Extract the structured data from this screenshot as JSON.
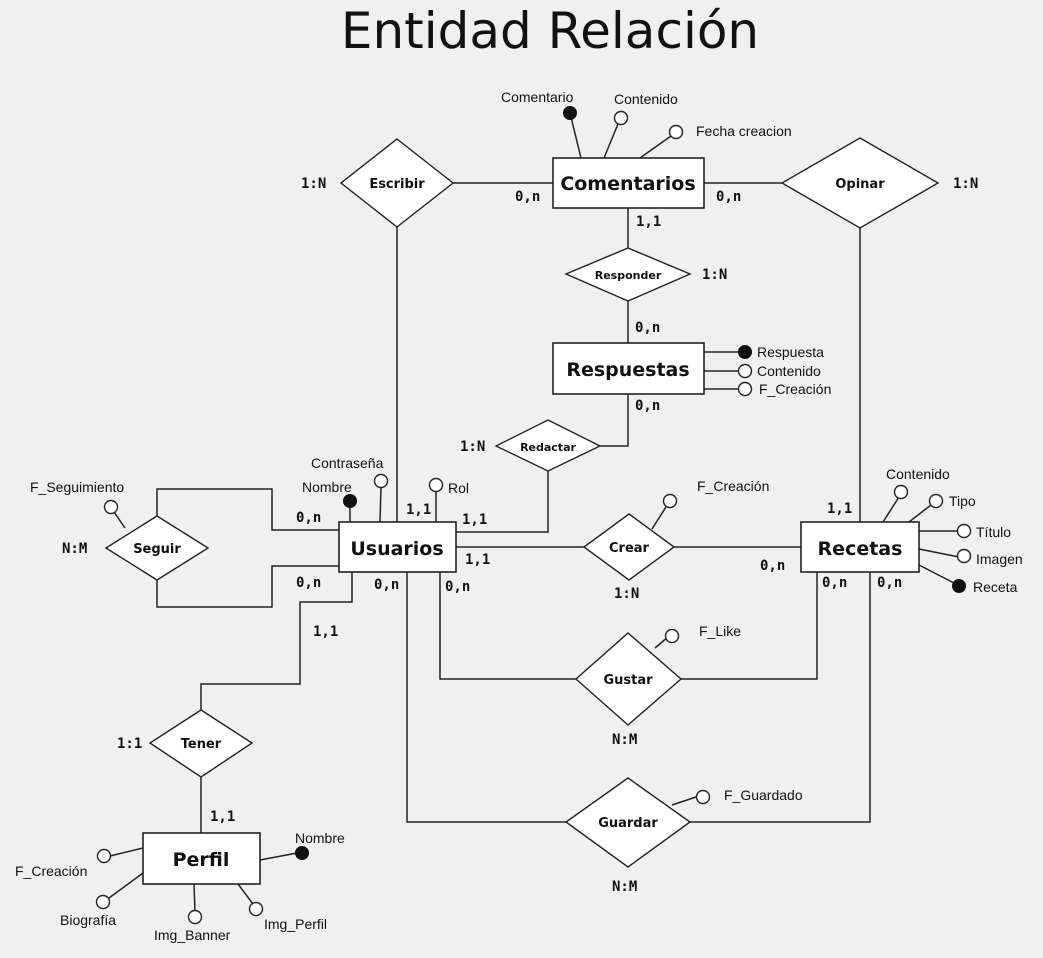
{
  "title": "Entidad Relación",
  "entities": {
    "comentarios": "Comentarios",
    "respuestas": "Respuestas",
    "usuarios": "Usuarios",
    "recetas": "Recetas",
    "perfil": "Perfil"
  },
  "relationships": {
    "escribir": "Escribir",
    "opinar": "Opinar",
    "responder": "Responder",
    "redactar": "Redactar",
    "seguir": "Seguir",
    "crear": "Crear",
    "gustar": "Gustar",
    "tener": "Tener",
    "guardar": "Guardar"
  },
  "attributes": {
    "comentarios": {
      "id": "Comentario",
      "contenido": "Contenido",
      "fecha": "Fecha creacion"
    },
    "respuestas": {
      "id": "Respuesta",
      "contenido": "Contenido",
      "fecha": "F_Creación"
    },
    "usuarios": {
      "contrasena": "Contraseña",
      "nombre": "Nombre",
      "rol": "Rol"
    },
    "seguir": {
      "fecha": "F_Seguimiento"
    },
    "crear": {
      "fecha": "F_Creación"
    },
    "recetas": {
      "contenido": "Contenido",
      "tipo": "Tipo",
      "titulo": "Título",
      "imagen": "Imagen",
      "id": "Receta"
    },
    "gustar": {
      "fecha": "F_Like"
    },
    "guardar": {
      "fecha": "F_Guardado"
    },
    "perfil": {
      "nombre": "Nombre",
      "fecha": "F_Creación",
      "biografia": "Biografía",
      "banner": "Img_Banner",
      "img": "Img_Perfil"
    }
  },
  "cardinalities": {
    "escribir": "1:N",
    "escribir_comentarios": "0,n",
    "opinar": "1:N",
    "opinar_comentarios": "0,n",
    "responder": "1:N",
    "responder_comentarios": "1,1",
    "responder_respuestas": "0,n",
    "redactar": "1:N",
    "redactar_respuestas": "0,n",
    "redactar_usuarios": "1,1",
    "seguir": "N:M",
    "seguir_top": "0,n",
    "seguir_bottom": "0,n",
    "escribir_usuarios": "1,1",
    "crear": "1:N",
    "crear_usuarios": "1,1",
    "crear_recetas": "0,n",
    "opinar_recetas": "1,1",
    "gustar": "N:M",
    "gustar_usuarios": "0,n",
    "gustar_recetas": "0,n",
    "guardar": "N:M",
    "guardar_usuarios": "0,n",
    "guardar_recetas": "0,n",
    "tener": "1:1",
    "tener_usuarios": "1,1",
    "tener_perfil": "1,1"
  }
}
